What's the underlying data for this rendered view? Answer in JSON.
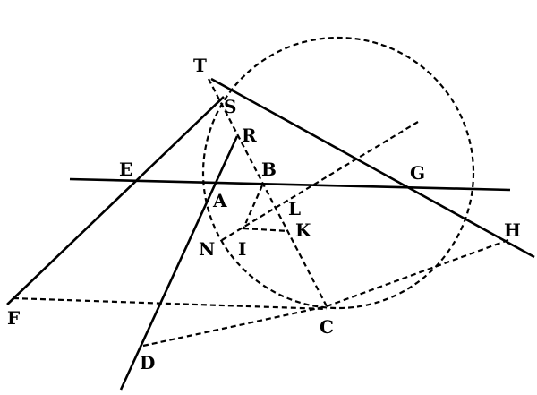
{
  "diagram": {
    "labels": {
      "T": "T",
      "S": "S",
      "R": "R",
      "B": "B",
      "E": "E",
      "G": "G",
      "A": "A",
      "L": "L",
      "K": "K",
      "N": "N",
      "I": "I",
      "H": "H",
      "F": "F",
      "C": "C",
      "D": "D"
    },
    "ink_color": "#000000",
    "background": "#ffffff"
  }
}
